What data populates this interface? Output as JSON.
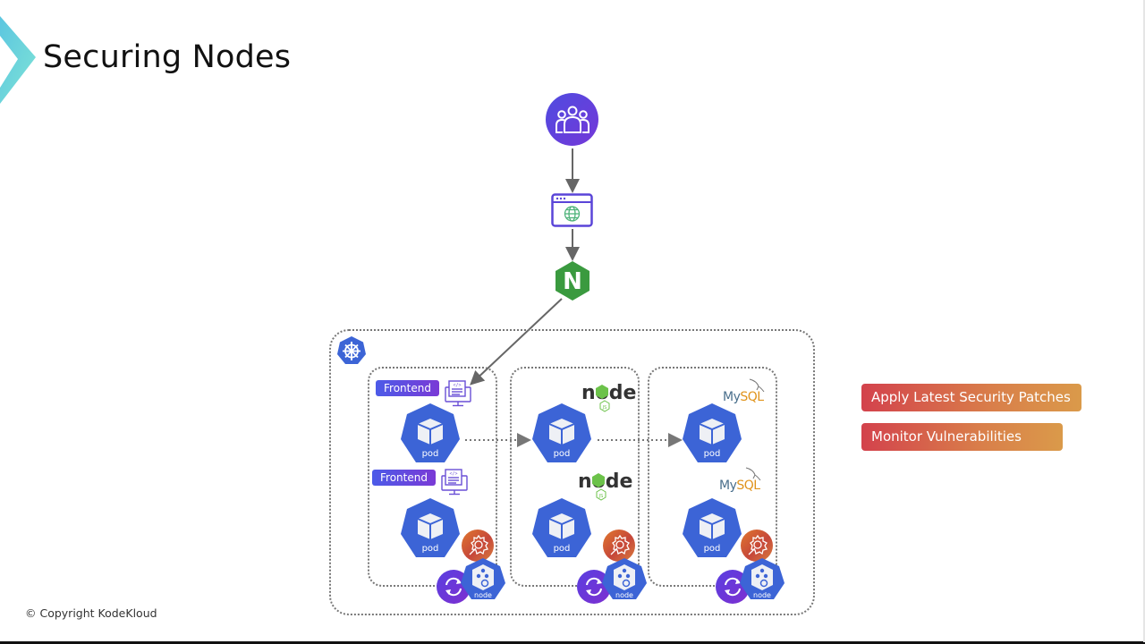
{
  "slide": {
    "title": "Securing Nodes",
    "copyright": "© Copyright KodeKloud"
  },
  "diagram": {
    "entry": {
      "users_icon": "users-group-icon",
      "browser_icon": "web-browser-globe-icon",
      "ingress_icon": "nginx-icon",
      "ingress_letter": "N"
    },
    "cluster": {
      "icon": "kubernetes-helm-icon",
      "nodes": [
        {
          "pods": [
            {
              "label": "pod",
              "tag": "Frontend",
              "app_icon": "web-code-monitor-icon"
            },
            {
              "label": "pod",
              "tag": "Frontend",
              "app_icon": "web-code-monitor-icon"
            }
          ],
          "node_label": "node"
        },
        {
          "pods": [
            {
              "label": "pod",
              "logo": "nodejs-logo",
              "logo_text": "node",
              "logo_sub": "JS"
            },
            {
              "label": "pod",
              "logo": "nodejs-logo",
              "logo_text": "node",
              "logo_sub": "JS"
            }
          ],
          "node_label": "node"
        },
        {
          "pods": [
            {
              "label": "pod",
              "logo": "mysql-logo",
              "logo_text_a": "My",
              "logo_text_b": "SQL"
            },
            {
              "label": "pod",
              "logo": "mysql-logo",
              "logo_text_a": "My",
              "logo_text_b": "SQL"
            }
          ],
          "node_label": "node"
        }
      ],
      "badges": [
        "maintenance-gear-icon",
        "sync-refresh-icon",
        "node-hept-icon"
      ]
    }
  },
  "practices": [
    {
      "label": "Apply Latest Security Patches"
    },
    {
      "label": "Monitor Vulnerabilities"
    }
  ],
  "colors": {
    "pod_blue": "#3c64d6",
    "purple": "#5b45e0",
    "nginx_green": "#3a9a3f",
    "pill_start": "#d3424c",
    "pill_end": "#da9a4a"
  }
}
